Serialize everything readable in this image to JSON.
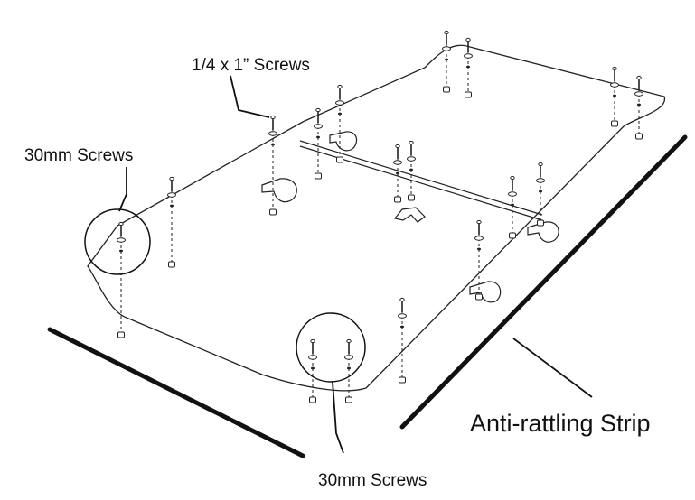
{
  "labels": {
    "quarter_inch_screws": "1/4 x 1” Screws",
    "mm30_screws_left": "30mm Screws",
    "mm30_screws_bottom": "30mm Screws",
    "anti_rattling_strip": "Anti-rattling Strip"
  },
  "icons": {
    "screw": "screw-icon",
    "washer": "washer-icon",
    "nut": "nut-icon",
    "clip": "clip-icon"
  },
  "colors": {
    "line": "#222222",
    "background": "#ffffff"
  }
}
